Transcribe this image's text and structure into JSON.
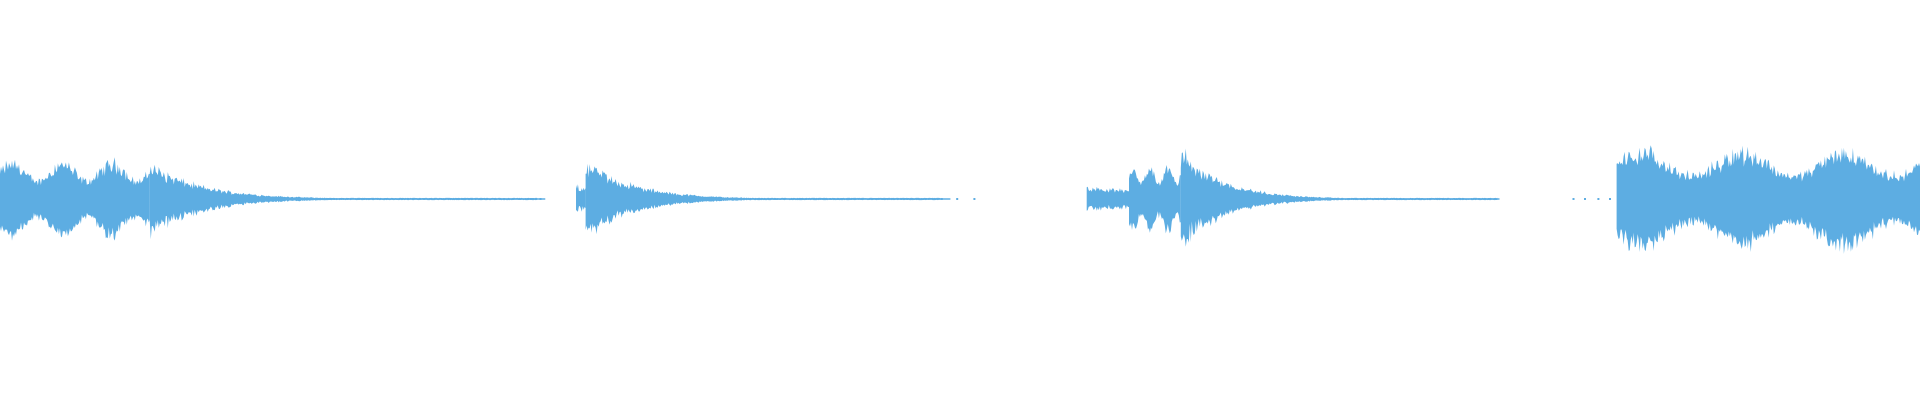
{
  "waveform": {
    "color": "#5dade2",
    "background": "#ffffff",
    "segments": [
      {
        "start": 0.0,
        "end": 0.078,
        "shape": "dense",
        "amp": 0.17
      },
      {
        "start": 0.078,
        "end": 0.28,
        "shape": "decay",
        "amp": 0.15
      },
      {
        "start": 0.3,
        "end": 0.305,
        "shape": "onset",
        "amp": 0.06
      },
      {
        "start": 0.305,
        "end": 0.49,
        "shape": "decay",
        "amp": 0.16
      },
      {
        "start": 0.566,
        "end": 0.588,
        "shape": "onset",
        "amp": 0.05
      },
      {
        "start": 0.588,
        "end": 0.615,
        "shape": "dense",
        "amp": 0.15
      },
      {
        "start": 0.615,
        "end": 0.78,
        "shape": "decay",
        "amp": 0.21
      },
      {
        "start": 0.842,
        "end": 1.0,
        "shape": "dense",
        "amp": 0.22
      }
    ],
    "dots": [
      0.276,
      0.281,
      0.49,
      0.498,
      0.507,
      0.775,
      0.819,
      0.825,
      0.832,
      0.838
    ]
  }
}
